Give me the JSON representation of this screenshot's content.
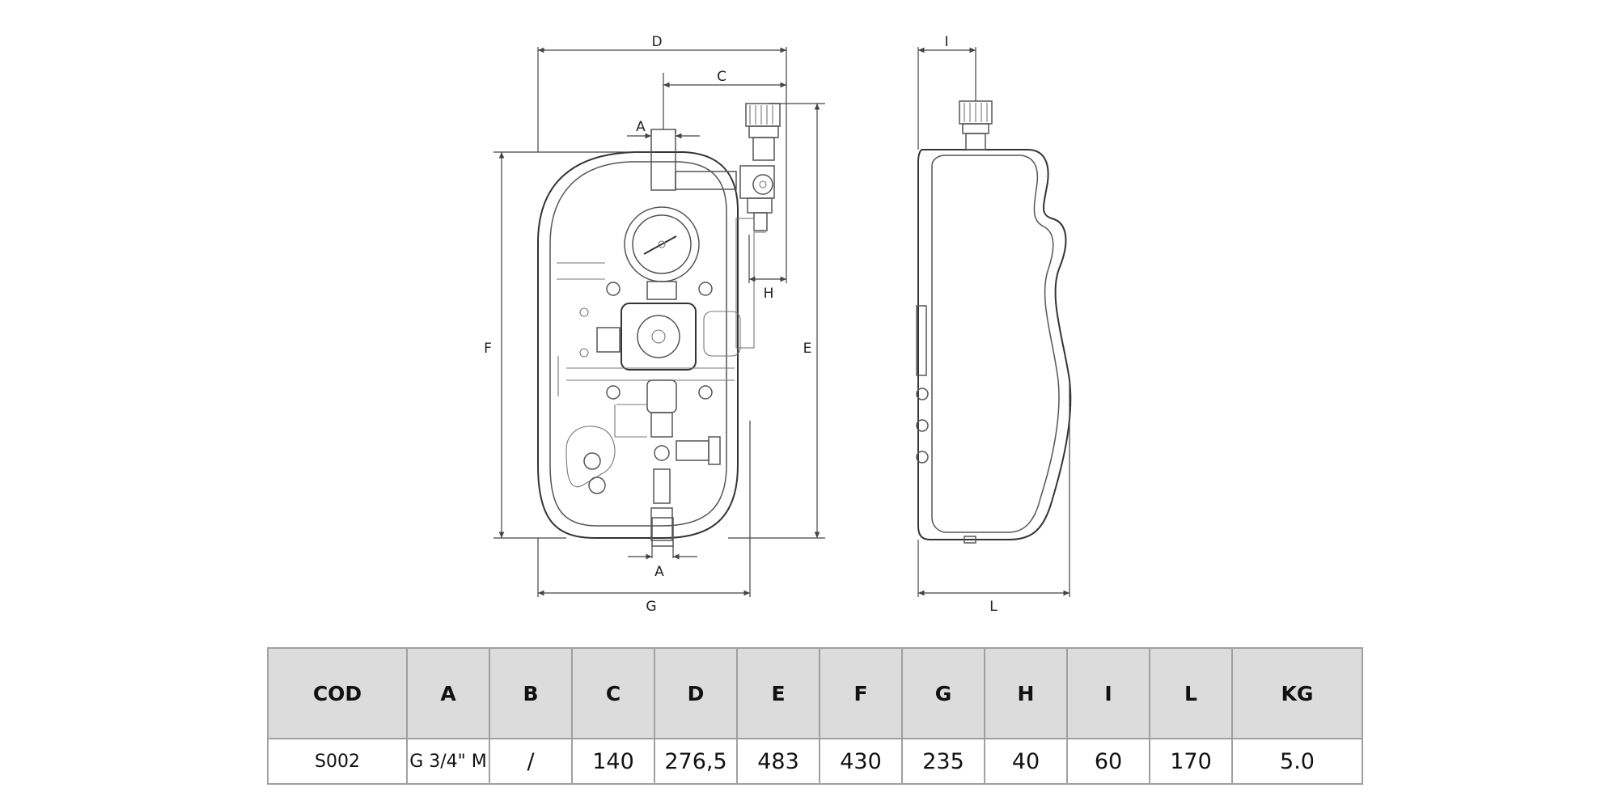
{
  "dimension_labels": {
    "d": "D",
    "c": "C",
    "a_top": "A",
    "a_bottom": "A",
    "f": "F",
    "e": "E",
    "h": "H",
    "g": "G",
    "i": "I",
    "l": "L"
  },
  "table": {
    "headers": [
      "COD",
      "A",
      "B",
      "C",
      "D",
      "E",
      "F",
      "G",
      "H",
      "I",
      "L",
      "KG"
    ],
    "rows": [
      [
        "S002",
        "G 3/4\" M",
        "/",
        "140",
        "276,5",
        "483",
        "430",
        "235",
        "40",
        "60",
        "170",
        "5.0"
      ]
    ]
  }
}
